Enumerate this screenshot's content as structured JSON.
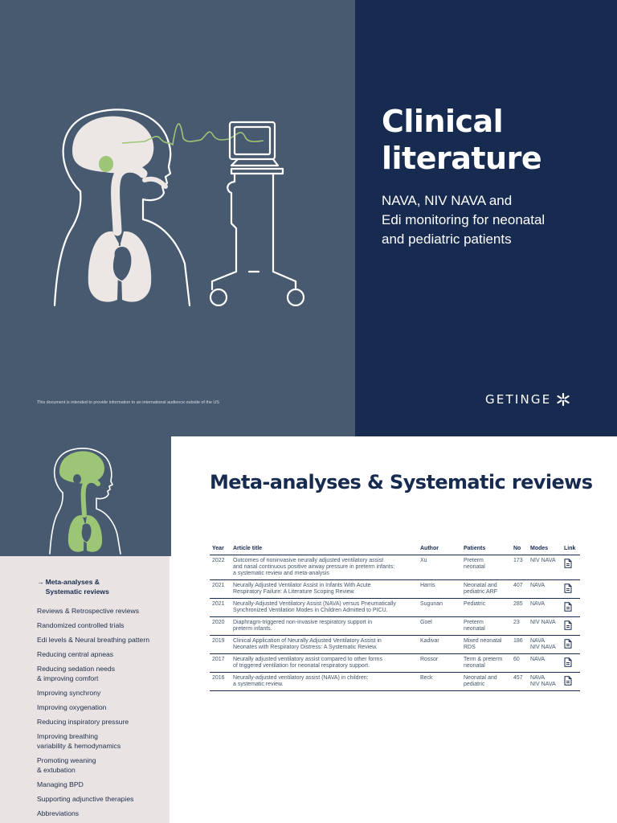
{
  "cover": {
    "title": "Clinical\nliterature",
    "subtitle": "NAVA, NIV NAVA and\nEdi monitoring for neonatal\nand pediatric patients",
    "disclaimer": "This document is intended to provide information to an international audience outside of the US",
    "brand": "GETINGE"
  },
  "colors": {
    "slate": "#485a70",
    "navy": "#172a4f",
    "nav_bg": "#e9e4e3",
    "illustration_fill": "#ece6e5",
    "accent_green": "#9cc576"
  },
  "section": {
    "heading": "Meta-analyses & Systematic reviews"
  },
  "nav": {
    "items": [
      {
        "label": "Meta-analyses &\nSystematic reviews",
        "active": true,
        "prefix": "→"
      },
      {
        "label": "Reviews & Retrospective reviews"
      },
      {
        "label": "Randomized controlled trials"
      },
      {
        "label": "Edi levels & Neural breathing pattern"
      },
      {
        "label": "Reducing central apneas"
      },
      {
        "label": "Reducing sedation needs\n& improving comfort"
      },
      {
        "label": "Improving synchrony"
      },
      {
        "label": "Improving oxygenation"
      },
      {
        "label": "Reducing inspiratory pressure"
      },
      {
        "label": "Improving breathing\nvariability & hemodynamics"
      },
      {
        "label": "Promoting weaning\n& extubation"
      },
      {
        "label": "Managing BPD"
      },
      {
        "label": "Supporting adjunctive therapies"
      },
      {
        "label": "Abbreviations"
      }
    ]
  },
  "table": {
    "headers": [
      "Year",
      "Article title",
      "Author",
      "Patients",
      "No",
      "Modes",
      "Link"
    ],
    "link_icon": "document-icon",
    "rows": [
      {
        "year": "2022",
        "title": "Outcomes of noninvasive neurally adjusted ventilatory assist\nand nasal continuous positive airway pressure in preterm infants:\na systematic review and meta-analysis",
        "author": "Xu",
        "patients": "Preterm\nneonatal",
        "no": "173",
        "modes": "NIV NAVA"
      },
      {
        "year": "2021",
        "title": "Neurally Adjusted Ventilator Assist in Infants With Acute\nRespiratory Failure: A Literature Scoping Review.",
        "author": "Harris",
        "patients": "Neonatal and\npediatric ARF",
        "no": "407",
        "modes": "NAVA"
      },
      {
        "year": "2021",
        "title": "Neurally-Adjusted Ventilatory Assist (NAVA) versus Pneumatically\nSynchronized Ventilation Modes in Children Admitted to PICU.",
        "author": "Sugunan",
        "patients": "Pediatric",
        "no": "285",
        "modes": "NAVA"
      },
      {
        "year": "2020",
        "title": "Diaphragm-triggered non-invasive respiratory support in\npreterm infants.",
        "author": "Goel",
        "patients": "Preterm\nneonatal",
        "no": "23",
        "modes": "NIV NAVA"
      },
      {
        "year": "2019",
        "title": "Clinical Application of Neurally Adjusted Ventilatory Assist in\nNeonates with Respiratory Distress: A Systematic Review.",
        "author": "Kadivar",
        "patients": "Mixed neonatal\nRDS",
        "no": "186",
        "modes": "NAVA\nNIV NAVA"
      },
      {
        "year": "2017",
        "title": "Neurally adjusted ventilatory assist compared to other forms\nof triggered ventilation for neonatal respiratory support.",
        "author": "Rossor",
        "patients": "Term & preterm\nneonatal",
        "no": "60",
        "modes": "NAVA"
      },
      {
        "year": "2016",
        "title": "Neurally-adjusted ventilatory assist (NAVA) in children:\na systematic review.",
        "author": "Beck",
        "patients": "Neonatal and\npediatric",
        "no": "457",
        "modes": "NAVA\nNIV NAVA"
      }
    ]
  }
}
